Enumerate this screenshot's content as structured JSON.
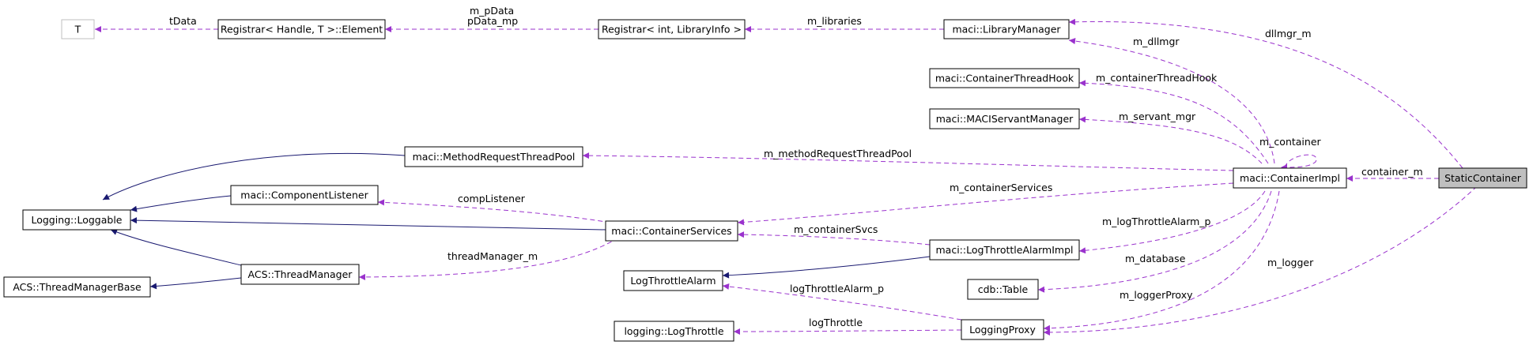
{
  "colors": {
    "usage_edge": "#9a32cd",
    "inheritance_edge": "#191970",
    "node_border": "#000000",
    "ghost_border": "#bfbfbf",
    "focus_fill": "#bfbfbf"
  },
  "nodes": {
    "t": "T",
    "registrar_element": "Registrar< Handle, T >::Element",
    "registrar_libinfo": "Registrar< int, LibraryInfo >",
    "library_manager": "maci::LibraryManager",
    "container_thread_hook": "maci::ContainerThreadHook",
    "maci_servant_manager": "maci::MACIServantManager",
    "method_request_thread_pool": "maci::MethodRequestThreadPool",
    "component_listener": "maci::ComponentListener",
    "logging_loggable": "Logging::Loggable",
    "container_services": "maci::ContainerServices",
    "container_impl": "maci::ContainerImpl",
    "static_container": "StaticContainer",
    "log_throttle_alarm_impl": "maci::LogThrottleAlarmImpl",
    "acs_thread_manager_base": "ACS::ThreadManagerBase",
    "acs_thread_manager": "ACS::ThreadManager",
    "log_throttle_alarm": "LogThrottleAlarm",
    "cdb_table": "cdb::Table",
    "logging_log_throttle": "logging::LogThrottle",
    "logging_proxy": "LoggingProxy"
  },
  "edges": {
    "t_data": "tData",
    "m_pdata": "m_pData",
    "pdata_mp": "pData_mp",
    "m_libraries": "m_libraries",
    "dllmgr_m": "dllmgr_m",
    "m_dllmgr": "m_dllmgr",
    "m_container_thread_hook": "m_containerThreadHook",
    "m_servant_mgr": "m_servant_mgr",
    "m_container": "m_container",
    "m_method_request_thread_pool": "m_methodRequestThreadPool",
    "container_m": "container_m",
    "m_container_services": "m_containerServices",
    "comp_listener": "compListener",
    "m_log_throttle_alarm_p": "m_logThrottleAlarm_p",
    "m_container_svcs": "m_containerSvcs",
    "thread_manager_m": "threadManager_m",
    "m_database": "m_database",
    "m_logger": "m_logger",
    "log_throttle_alarm_p": "logThrottleAlarm_p",
    "m_logger_proxy": "m_loggerProxy",
    "log_throttle": "logThrottle"
  }
}
